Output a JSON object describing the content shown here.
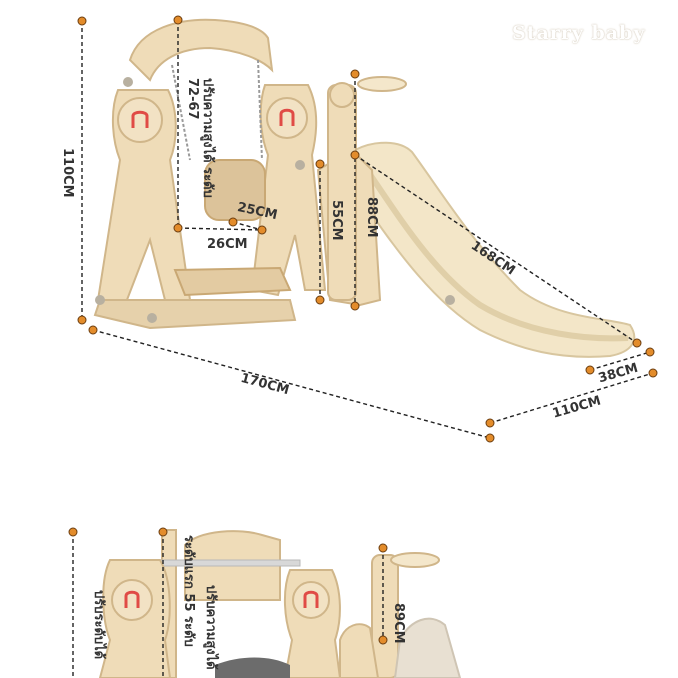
{
  "brand": "Starry baby",
  "colors": {
    "plastic": "#efdcb8",
    "plastic_shade": "#dcc39a",
    "plastic_dark": "#c9a874",
    "slide": "#f3e6c8",
    "slide_shade": "#e0cfa8",
    "dot": "#e38c2b",
    "accent_red": "#e04b46",
    "label": "#333333"
  },
  "top_view": {
    "height_total": "110CM",
    "swing_range": "ปรับความสูงได้ ระดับ 72-67",
    "seat_depth": "25CM",
    "seat_width": "26CM",
    "step_height": "55CM",
    "slide_height": "88CM",
    "slide_length": "168CM",
    "slide_width": "38CM",
    "total_length": "170CM",
    "total_depth": "110CM"
  },
  "bottom_view": {
    "slide_height": "89CM",
    "adjust_left": "ปรับระดับได้",
    "adjust_first": "ระดับแรก 55 ระดับ",
    "adjust_height": "ปรับความสูงได้"
  }
}
